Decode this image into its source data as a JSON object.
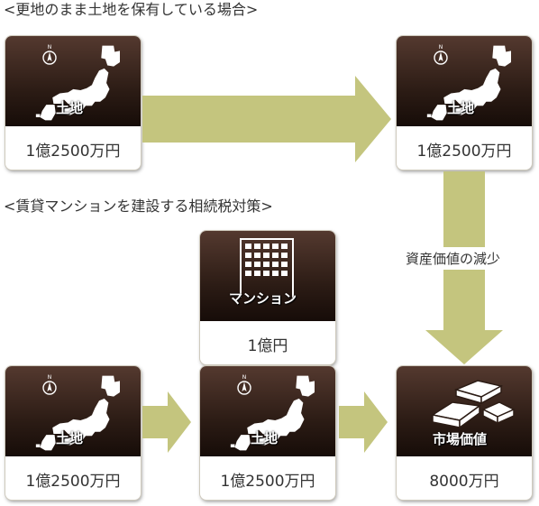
{
  "section1": {
    "heading": "<更地のまま土地を保有している場合>",
    "card_left": {
      "icon": "japan-map-icon",
      "label": "土地",
      "price": "1億2500万円"
    },
    "card_right": {
      "icon": "japan-map-icon",
      "label": "土地",
      "price": "1億2500万円"
    }
  },
  "section2": {
    "heading": "<賃貸マンションを建設する相続税対策>",
    "card_land": {
      "icon": "japan-map-icon",
      "label": "土地",
      "price": "1億2500万円"
    },
    "card_mansion": {
      "icon": "building-icon",
      "label": "マンション",
      "price": "1億円"
    },
    "card_combined_land": {
      "icon": "japan-map-icon",
      "label": "土地",
      "price": "1億2500万円"
    },
    "card_market": {
      "icon": "stacked-blocks-icon",
      "label": "市場価値",
      "price": "8000万円"
    }
  },
  "reduction_label": "資産価値の減少",
  "colors": {
    "card_dark": "#2c1c15",
    "arrow": "#c4c57e",
    "text": "#333333"
  }
}
